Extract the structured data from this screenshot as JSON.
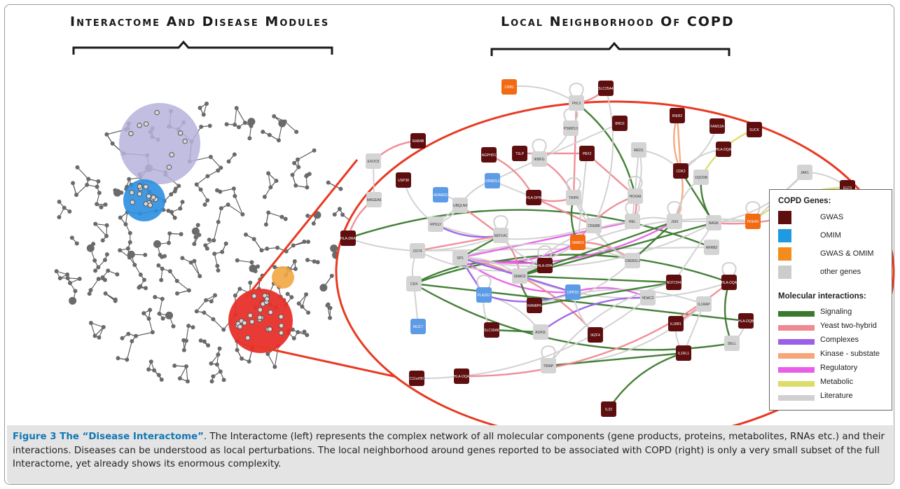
{
  "headings": {
    "left": "Interactome And Disease Modules",
    "right": "Local Neighborhood Of COPD"
  },
  "caption": {
    "label": "Figure 3 The “Disease Interactome”",
    "text": ". The Interactome (left) represents the complex network of all molecular components (gene products, proteins, metabolites, RNAs etc.) and their interactions. Diseases can be understood as local perturbations. The local neighborhood around genes reported to be associated with COPD (right) is only a very small subset of the full Interactome, yet already shows its enormous complexity."
  },
  "legend": {
    "genes_title": "COPD Genes:",
    "genes": [
      {
        "label": "GWAS",
        "color": "#5e0e0e"
      },
      {
        "label": "OMIM",
        "color": "#1e9be0"
      },
      {
        "label": "GWAS & OMIM",
        "color": "#f28c1c"
      },
      {
        "label": "other genes",
        "color": "#cccccc"
      }
    ],
    "interactions_title": "Molecular interactions:",
    "interactions": [
      {
        "label": "Signaling",
        "color": "#3b7a2e"
      },
      {
        "label": "Yeast two-hybrid",
        "color": "#ef8a93"
      },
      {
        "label": "Complexes",
        "color": "#9b60e8"
      },
      {
        "label": "Kinase - substate",
        "color": "#f5a77a"
      },
      {
        "label": "Regulatory",
        "color": "#e85ee6"
      },
      {
        "label": "Metabolic",
        "color": "#dcdc6a"
      },
      {
        "label": "Literature",
        "color": "#d0d0d0"
      }
    ]
  },
  "colors": {
    "gwas": "#5e0e0e",
    "omim": "#5d9be6",
    "both": "#f26a12",
    "other": "#d4d4d4",
    "zoom_outline": "#e83a22",
    "module_purple": "#b6b3dc",
    "module_blue": "#2a8ee0",
    "module_orange": "#f2a640",
    "module_red": "#e8302a"
  },
  "genes": [
    {
      "label": "CRB1",
      "type": "both"
    },
    {
      "label": "SLC25A4",
      "type": "gwas"
    },
    {
      "label": "RAB4B",
      "type": "gwas"
    },
    {
      "label": "AGPHD1",
      "type": "gwas"
    },
    {
      "label": "TSLP",
      "type": "gwas"
    },
    {
      "label": "PSMD13",
      "type": "other"
    },
    {
      "label": "FHL3",
      "type": "other"
    },
    {
      "label": "BRD2",
      "type": "gwas"
    },
    {
      "label": "IREB2",
      "type": "gwas"
    },
    {
      "label": "FAM13A",
      "type": "gwas"
    },
    {
      "label": "SUCK",
      "type": "gwas"
    },
    {
      "label": "EXOC5",
      "type": "other"
    },
    {
      "label": "USP38",
      "type": "gwas"
    },
    {
      "label": "ADAM33",
      "type": "omim"
    },
    {
      "label": "ORMDL3",
      "type": "omim"
    },
    {
      "label": "IKBKG",
      "type": "other"
    },
    {
      "label": "PBX2",
      "type": "gwas"
    },
    {
      "label": "MED1",
      "type": "other"
    },
    {
      "label": "HLA-DQA",
      "type": "gwas"
    },
    {
      "label": "CDK2",
      "type": "gwas"
    },
    {
      "label": "UQCRB",
      "type": "other"
    },
    {
      "label": "JAK1",
      "type": "other"
    },
    {
      "label": "ELF3",
      "type": "gwas"
    },
    {
      "label": "MAGEA6",
      "type": "other"
    },
    {
      "label": "UBQLN4",
      "type": "other"
    },
    {
      "label": "HLA-DPB",
      "type": "gwas"
    },
    {
      "label": "TRIP6",
      "type": "other"
    },
    {
      "label": "HOXA9",
      "type": "other"
    },
    {
      "label": "RPS12",
      "type": "other"
    },
    {
      "label": "CREBB",
      "type": "other"
    },
    {
      "label": "REL",
      "type": "other"
    },
    {
      "label": "JUN",
      "type": "other"
    },
    {
      "label": "NAGK",
      "type": "other"
    },
    {
      "label": "PDE4D",
      "type": "both"
    },
    {
      "label": "HLA-DRA",
      "type": "gwas"
    },
    {
      "label": "EEF1A1",
      "type": "other"
    },
    {
      "label": "SMAD3",
      "type": "both"
    },
    {
      "label": "ARRB2",
      "type": "other"
    },
    {
      "label": "CD74",
      "type": "other"
    },
    {
      "label": "SP1",
      "type": "other"
    },
    {
      "label": "CREB3L1",
      "type": "other"
    },
    {
      "label": "HLA-DPA",
      "type": "gwas"
    },
    {
      "label": "SMAD2",
      "type": "other"
    },
    {
      "label": "NOTCH4",
      "type": "gwas"
    },
    {
      "label": "HLA-DQA",
      "type": "gwas"
    },
    {
      "label": "CD4",
      "type": "other"
    },
    {
      "label": "PLA2G7",
      "type": "omim"
    },
    {
      "label": "DPP10",
      "type": "omim"
    },
    {
      "label": "HDAC2",
      "type": "other"
    },
    {
      "label": "RANBP6",
      "type": "gwas"
    },
    {
      "label": "IL1RAP",
      "type": "other"
    },
    {
      "label": "IL18R1",
      "type": "gwas"
    },
    {
      "label": "HLA-DQB",
      "type": "gwas"
    },
    {
      "label": "MUC7",
      "type": "omim"
    },
    {
      "label": "SLC30A8",
      "type": "gwas"
    },
    {
      "label": "ASH2L",
      "type": "other"
    },
    {
      "label": "IKZF4",
      "type": "gwas"
    },
    {
      "label": "TIRAP",
      "type": "other"
    },
    {
      "label": "IL1RL1",
      "type": "gwas"
    },
    {
      "label": "SELL",
      "type": "other"
    },
    {
      "label": "HLA-DQA",
      "type": "gwas"
    },
    {
      "label": "C11orf30",
      "type": "gwas"
    },
    {
      "label": "IL33",
      "type": "gwas"
    }
  ]
}
